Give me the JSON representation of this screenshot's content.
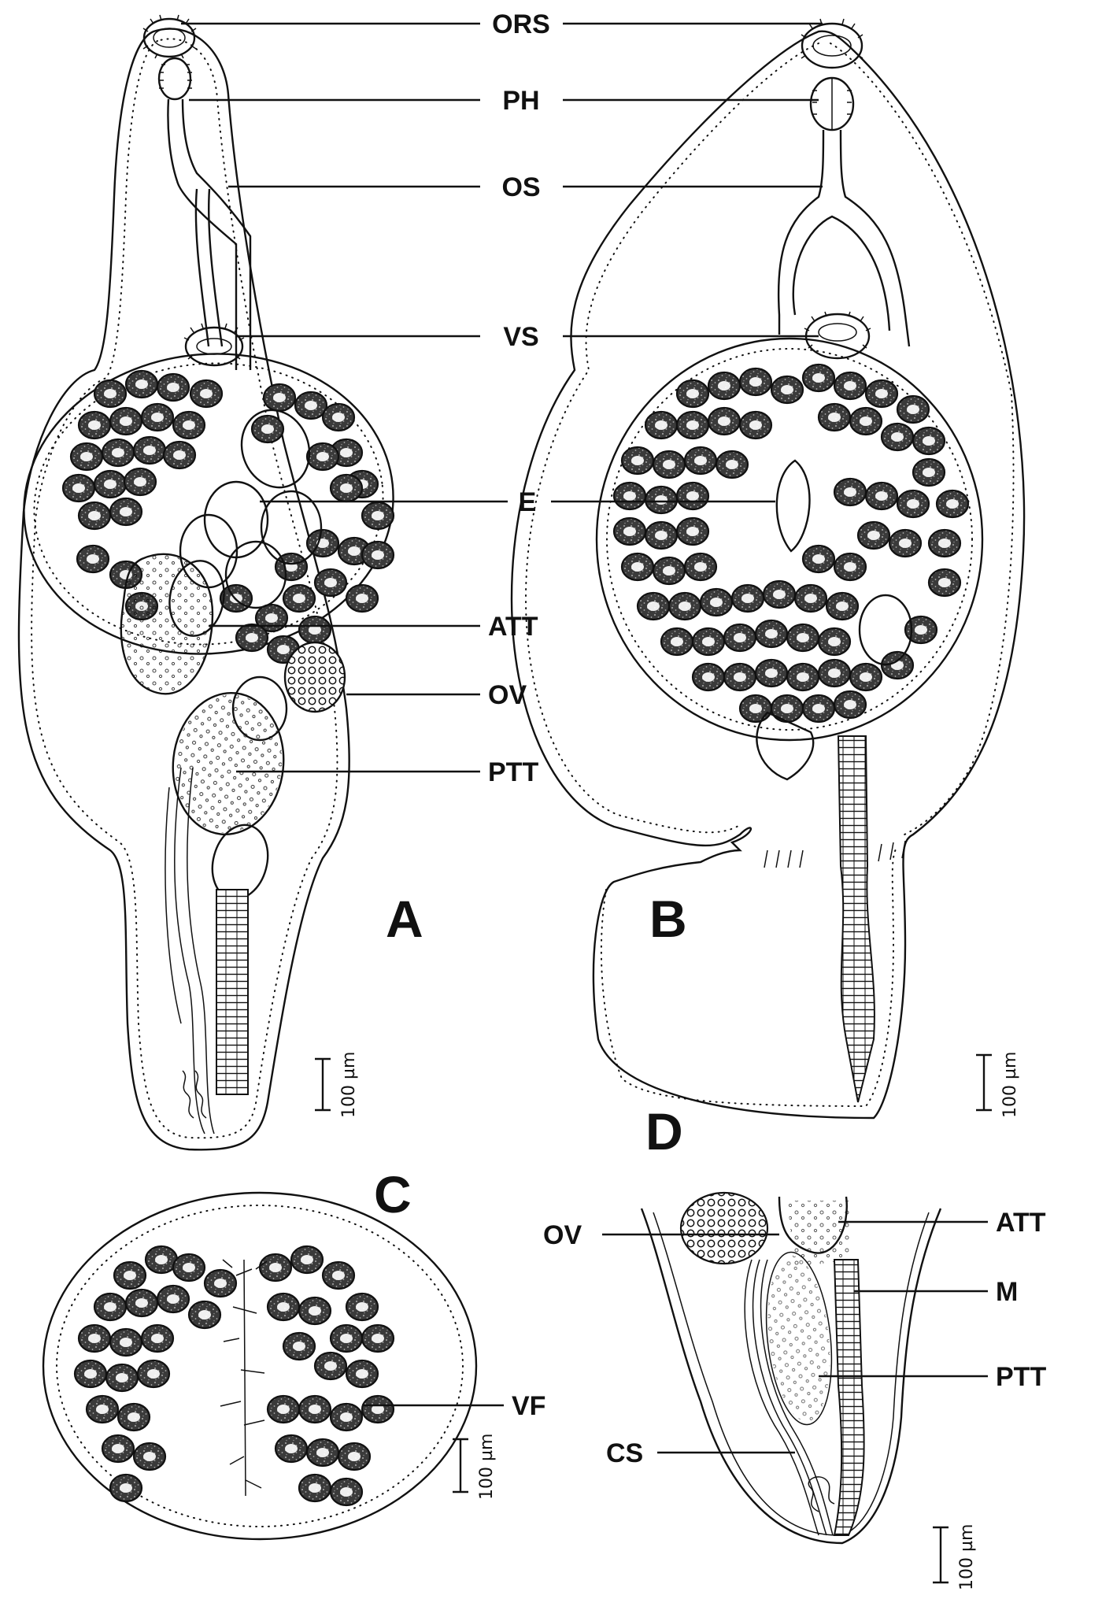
{
  "labels": {
    "ors": "ORS",
    "ph": "PH",
    "os": "OS",
    "vs": "VS",
    "e": "E",
    "att": "ATT",
    "ov": "OV",
    "ptt": "PTT",
    "vf": "VF",
    "m": "M",
    "cs": "CS"
  },
  "panels": {
    "a": "A",
    "b": "B",
    "c": "C",
    "d": "D"
  },
  "scale_bar": "100 µm",
  "colors": {
    "ink": "#111111",
    "background": "#ffffff",
    "vitelline_fill": "#2b2b2b"
  }
}
